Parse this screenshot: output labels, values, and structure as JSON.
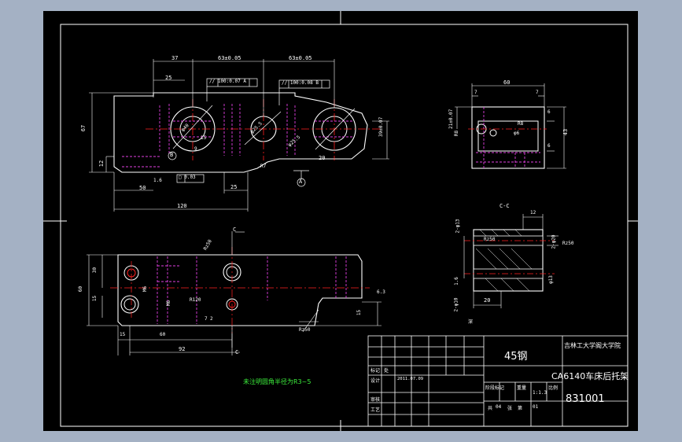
{
  "title_block": {
    "material": "45钢",
    "school": "吉林工大学阁大学院",
    "part_name": "CA6140车床后托架",
    "drawing_no": "831001",
    "scale": "1:1.3",
    "row_labels": {
      "biaoji": "标记",
      "chu": "处",
      "sheji": "设计",
      "shenhe": "审核",
      "gongyi": "工艺",
      "jieduan": "阶段标记",
      "zhongliang": "重量",
      "bili": "比例",
      "date": "2011.07.09",
      "gong": "共",
      "zhang": "张",
      "di": "第",
      "count": "04",
      "sheet_no": "01"
    }
  },
  "tech_note": "未注明圆角半径为R3~5",
  "section_label": "C-C",
  "cut_label_top": "C",
  "cut_label_bottom": "C",
  "datum_a": "A",
  "datum_b": "B",
  "front_view": {
    "dims_top": [
      "37",
      "63±0.05",
      "63±0.05",
      "25"
    ],
    "dims_bottom": [
      "50",
      "25",
      "120",
      "1.6"
    ],
    "dims_left": [
      "67",
      "12"
    ],
    "dims_right": [
      "39±0.07",
      "20"
    ],
    "dims_inner": [
      "φ40",
      "φ25.5",
      "φ25.5",
      "R7",
      "15",
      "9"
    ],
    "tolerance_frames": [
      "// 100:0.07  A",
      "// 100:0.08  B",
      "□ 0.03"
    ]
  },
  "side_view": {
    "dims": [
      "60",
      "7",
      "7",
      "21±0.07",
      "R8",
      "R8",
      "6",
      "6",
      "43",
      "φ6"
    ]
  },
  "section_view": {
    "dims": [
      "12",
      "2-φ13",
      "2-φ20",
      "Rz50",
      "Rz50",
      "1.6",
      "2-φ10",
      "φ13",
      "20",
      "深"
    ]
  },
  "top_view": {
    "dims": [
      "30",
      "60",
      "15",
      "15",
      "60",
      "92",
      "R120",
      "6.3",
      "15",
      "2",
      "Rz50",
      "Rz50",
      "M6",
      "M6",
      "7"
    ]
  }
}
